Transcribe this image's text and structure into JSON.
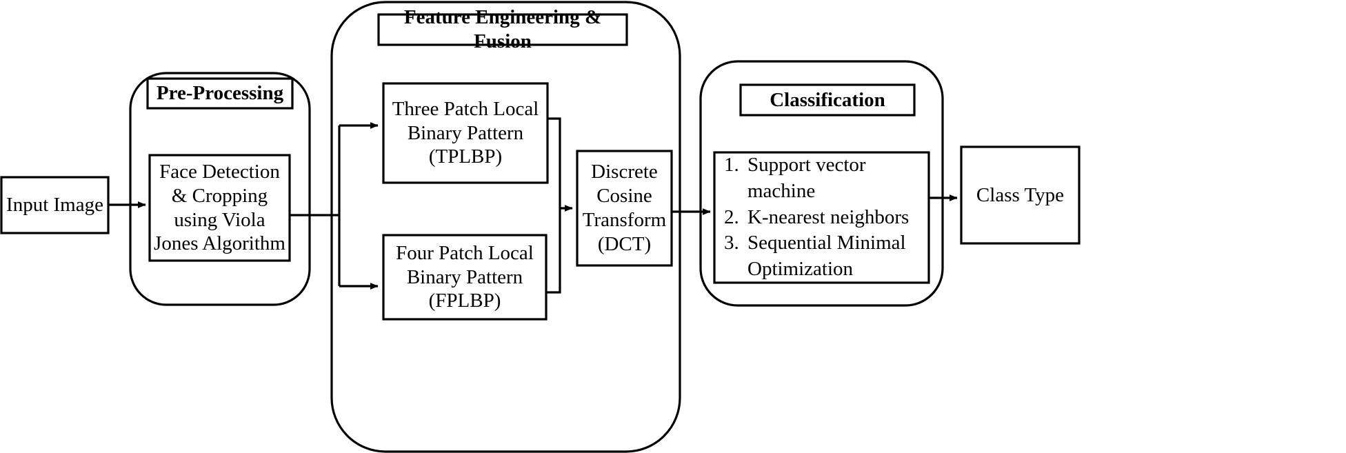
{
  "diagram": {
    "title": "Face recognition pipeline flowchart",
    "type": "flowchart",
    "colors": {
      "stroke": "#000000",
      "fill": "#ffffff",
      "text": "#000000"
    }
  },
  "input": {
    "label": "Input Image"
  },
  "preprocessing": {
    "header": "Pre-Processing",
    "step": "Face Detection\n& Cropping\nusing Viola\nJones Algorithm"
  },
  "feature": {
    "header": "Feature Engineering & Fusion",
    "tplbp": "Three Patch Local\nBinary Pattern\n(TPLBP)",
    "fplbp": "Four Patch Local\nBinary Pattern\n(FPLBP)",
    "dct": "Discrete\nCosine\nTransform\n(DCT)"
  },
  "classification": {
    "header": "Classification",
    "items": [
      {
        "num": "1.",
        "text": "Support vector machine"
      },
      {
        "num": "2.",
        "text": "K-nearest neighbors"
      },
      {
        "num": "3.",
        "text": "Sequential Minimal\nOptimization"
      }
    ]
  },
  "output": {
    "label": "Class Type"
  },
  "connectors": [
    {
      "name": "input-to-preprocessing",
      "kind": "arrow"
    },
    {
      "name": "preprocessing-to-split",
      "kind": "line"
    },
    {
      "name": "split-to-tplbp",
      "kind": "arrow"
    },
    {
      "name": "split-to-fplbp",
      "kind": "arrow"
    },
    {
      "name": "tplbp-to-merge",
      "kind": "line"
    },
    {
      "name": "fplbp-to-merge",
      "kind": "line"
    },
    {
      "name": "merge-to-dct",
      "kind": "arrow"
    },
    {
      "name": "dct-to-classification",
      "kind": "arrow"
    },
    {
      "name": "classification-to-output",
      "kind": "arrow"
    }
  ]
}
